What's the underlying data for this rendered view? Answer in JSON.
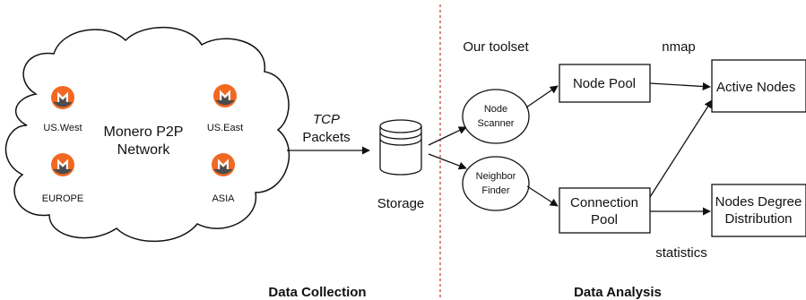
{
  "cloud": {
    "title_line1": "Monero P2P",
    "title_line2": "Network",
    "regions": [
      "US.West",
      "US.East",
      "EUROPE",
      "ASIA"
    ]
  },
  "link": {
    "protocol": "TCP",
    "packets": "Packets"
  },
  "storage": {
    "label": "Storage"
  },
  "toolset": {
    "label": "Our toolset"
  },
  "nodes": {
    "node_scanner": [
      "Node",
      "Scanner"
    ],
    "neighbor_finder": [
      "Neighbor",
      "Finder"
    ]
  },
  "boxes": {
    "node_pool": "Node Pool",
    "connection_pool": [
      "Connection",
      "Pool"
    ],
    "active_nodes": "Active Nodes",
    "degree_distribution": [
      "Nodes Degree",
      "Distribution"
    ]
  },
  "annotations": {
    "nmap": "nmap",
    "statistics": "statistics"
  },
  "sections": {
    "collection": "Data Collection",
    "analysis": "Data Analysis"
  },
  "colors": {
    "monero_orange": "#F26822",
    "monero_dark": "#4C4C4C",
    "divider": "#C0392B"
  }
}
